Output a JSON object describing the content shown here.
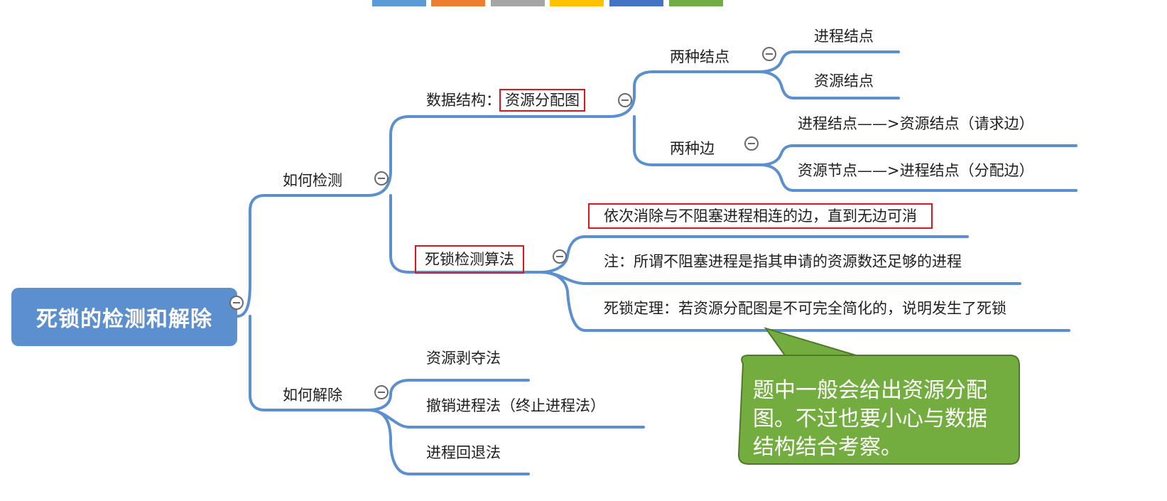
{
  "root": "死锁的检测和解除",
  "branches": {
    "detect": {
      "label": "如何检测",
      "data_structure": {
        "label": "数据结构：",
        "highlight": "资源分配图",
        "node_types": {
          "label": "两种结点",
          "items": [
            "进程结点",
            "资源结点"
          ]
        },
        "edge_types": {
          "label": "两种边",
          "items": [
            "进程结点——>资源结点（请求边）",
            "资源节点——>进程结点（分配边）"
          ]
        }
      },
      "algorithm": {
        "label": "死锁检测算法",
        "items": [
          "依次消除与不阻塞进程相连的边，直到无边可消",
          "注：所谓不阻塞进程是指其申请的资源数还足够的进程",
          "死锁定理：若资源分配图是不可完全简化的，说明发生了死锁"
        ]
      }
    },
    "resolve": {
      "label": "如何解除",
      "items": [
        "资源剥夺法",
        "撤销进程法（终止进程法）",
        "进程回退法"
      ]
    }
  },
  "callout": "题中一般会给出资源分配图。不过也要小心与数据结构结合考察。",
  "colors": {
    "connector": "#5b8fce",
    "root_fill": "#5b8fce",
    "highlight_border": "#e0141e",
    "callout_fill": "#74ad3f",
    "top_bar": [
      "#5b9bd5",
      "#ed7d31",
      "#a5a5a5",
      "#ffc000",
      "#4472c4",
      "#70ad47"
    ]
  }
}
